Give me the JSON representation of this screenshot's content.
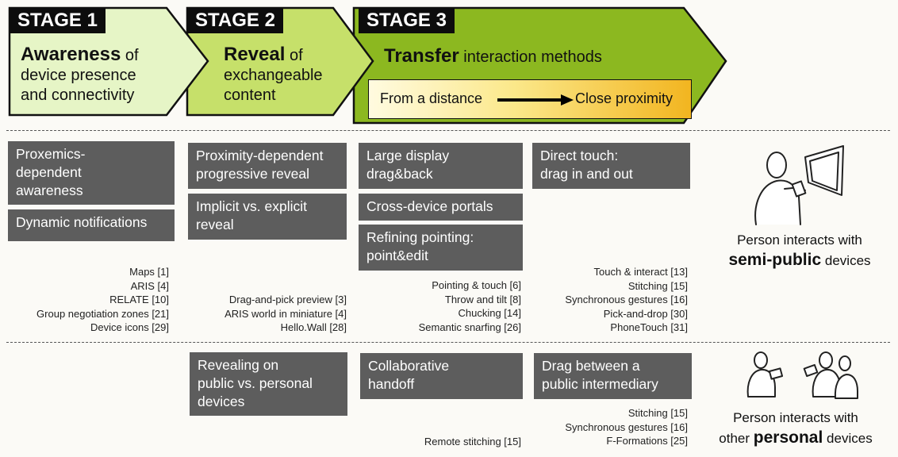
{
  "stages": [
    {
      "tag": "STAGE 1",
      "bold": "Awareness",
      "rest_line1": "of",
      "line2": "device presence",
      "line3": "and connectivity"
    },
    {
      "tag": "STAGE 2",
      "bold": "Reveal",
      "rest_line1": "of",
      "line2": "exchangeable",
      "line3": "content"
    },
    {
      "tag": "STAGE 3",
      "bold": "Transfer",
      "rest_line1": "interaction methods"
    }
  ],
  "distance": {
    "from": "From a distance",
    "to": "Close proximity"
  },
  "colors": {
    "stage1": "#e6f5c6",
    "stage2": "#c6e06a",
    "stage3": "#8cb820",
    "box": "#5d5d5d"
  },
  "semi_public": {
    "stage1_boxes": [
      "Proxemics-\ndependent\nawareness",
      "Dynamic notifications"
    ],
    "stage2_boxes": [
      "Proximity-dependent\nprogressive reveal",
      "Implicit vs. explicit\nreveal"
    ],
    "stage3a_boxes": [
      "Large display\ndrag&back",
      "Cross-device portals",
      "Refining pointing:\npoint&edit"
    ],
    "stage3b_boxes": [
      "Direct touch:\ndrag in and out"
    ],
    "stage1_refs": [
      "Maps [1]",
      "ARIS [4]",
      "RELATE [10]",
      "Group negotiation zones [21]",
      "Device icons [29]"
    ],
    "stage2_refs": [
      "Drag-and-pick preview [3]",
      "ARIS world in miniature [4]",
      "Hello.Wall [28]"
    ],
    "stage3a_refs": [
      "Pointing & touch [6]",
      "Throw and tilt [8]",
      "Chucking [14]",
      "Semantic snarfing [26]"
    ],
    "stage3b_refs": [
      "Touch & interact [13]",
      "Stitching [15]",
      "Synchronous gestures [16]",
      "Pick-and-drop [30]",
      "PhoneTouch [31]"
    ],
    "caption_line1": "Person interacts with",
    "caption_bold": "semi-public",
    "caption_rest": "devices"
  },
  "personal": {
    "stage2_boxes": [
      "Revealing on\npublic vs. personal\ndevices"
    ],
    "stage3a_boxes": [
      "Collaborative\nhandoff"
    ],
    "stage3b_boxes": [
      "Drag between a\npublic intermediary"
    ],
    "stage3a_refs": [
      "Remote stitching [15]"
    ],
    "stage3b_refs": [
      "Stitching [15]",
      "Synchronous gestures [16]",
      "F-Formations [25]"
    ],
    "caption_line1": "Person interacts with",
    "caption_pre": "other",
    "caption_bold": "personal",
    "caption_rest": "devices"
  }
}
